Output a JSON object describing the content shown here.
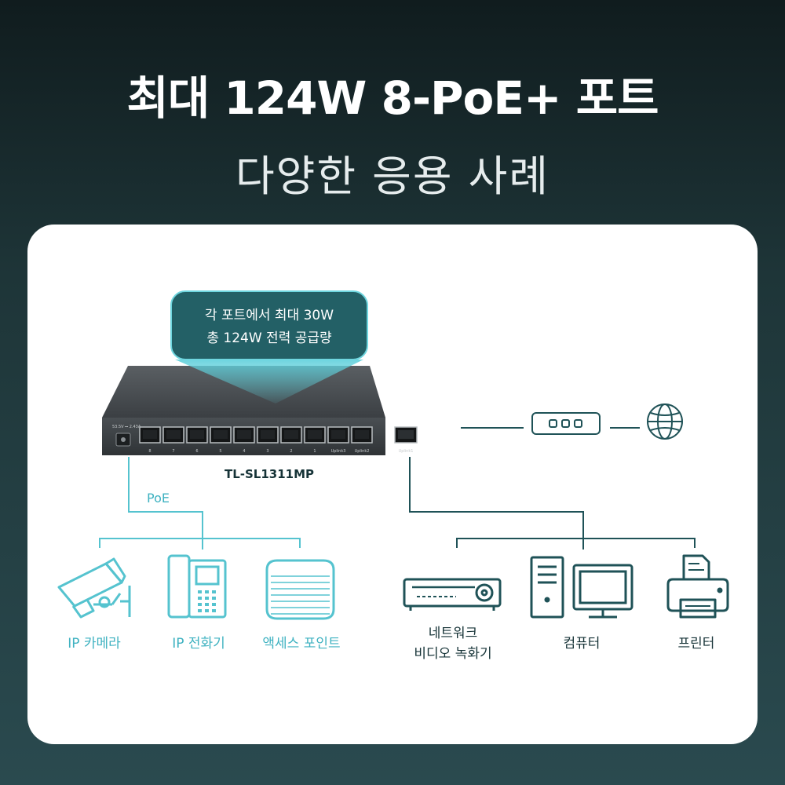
{
  "heading": {
    "title": "최대 124W 8-PoE+ 포트",
    "subtitle": "다양한 응용 사례"
  },
  "callout": {
    "line1": "각 포트에서 최대 30W",
    "line2": "총 124W 전력 공급량"
  },
  "switch": {
    "model": "TL-SL1311MP",
    "power_label": "53.5V ⎓ 2.43A",
    "port_numbers": [
      "8",
      "7",
      "6",
      "5",
      "4",
      "3",
      "2",
      "1",
      "Uplink3",
      "Uplink2",
      "Uplink1"
    ]
  },
  "poe_label": "PoE",
  "devices_left": [
    {
      "label": "IP 카메라"
    },
    {
      "label": "IP 전화기"
    },
    {
      "label": "액세스 포인트"
    }
  ],
  "devices_right": [
    {
      "line1": "네트워크",
      "line2": "비디오 녹화기"
    },
    {
      "line1": "컴퓨터",
      "line2": ""
    },
    {
      "line1": "프린터",
      "line2": ""
    }
  ],
  "colors": {
    "teal": "#55c3cf",
    "dark_teal": "#1f5257",
    "label_teal": "#3fb2c1",
    "dark_text": "#163337"
  }
}
